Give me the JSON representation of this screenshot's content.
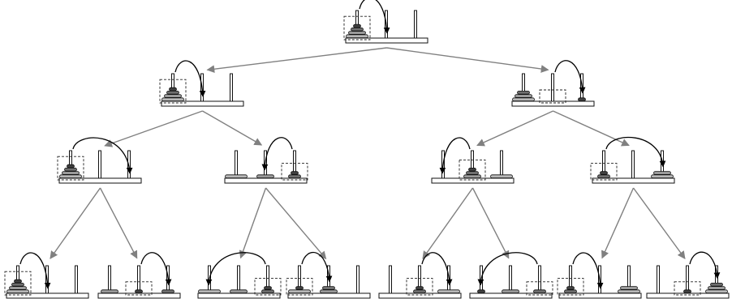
{
  "diagram": {
    "title": "",
    "colors": {
      "background": "#ffffff",
      "outline": "#111111",
      "tree_edge": "#808080",
      "move_arrow": "#000000",
      "disk_shades": [
        "#3f3f3f",
        "#6e6e6e",
        "#9a9a9a",
        "#b8b8b8"
      ]
    },
    "nodes": [
      {
        "id": "n0",
        "level": 0,
        "pegs": [
          [
            3,
            2,
            1,
            0
          ],
          [],
          []
        ],
        "selected_peg": 0,
        "move_to": 1
      },
      {
        "id": "n1",
        "level": 1,
        "pegs": [
          [
            3,
            2,
            1,
            0
          ],
          [],
          []
        ],
        "selected_peg": 0,
        "move_to": 1
      },
      {
        "id": "n2",
        "level": 1,
        "pegs": [
          [
            3,
            2,
            1
          ],
          [],
          [
            0
          ]
        ],
        "selected_peg": 1,
        "move_to": 2
      },
      {
        "id": "n3",
        "level": 2,
        "pegs": [
          [
            3,
            2,
            1,
            0
          ],
          [],
          []
        ],
        "selected_peg": 0,
        "move_to": 2
      },
      {
        "id": "n4",
        "level": 2,
        "pegs": [
          [
            3
          ],
          [
            2
          ],
          [
            1,
            0
          ]
        ],
        "selected_peg": 2,
        "move_to": 1
      },
      {
        "id": "n5",
        "level": 2,
        "pegs": [
          [],
          [
            2,
            1,
            0
          ],
          [
            3
          ]
        ],
        "selected_peg": 1,
        "move_to": 0
      },
      {
        "id": "n6",
        "level": 2,
        "pegs": [
          [
            1,
            0
          ],
          [],
          [
            3,
            2
          ]
        ],
        "selected_peg": 0,
        "move_to": 2
      },
      {
        "id": "n7",
        "level": 3,
        "pegs": [
          [
            3,
            2,
            1,
            0
          ],
          [],
          []
        ],
        "selected_peg": 0,
        "move_to": 1
      },
      {
        "id": "n8",
        "level": 3,
        "pegs": [
          [
            2
          ],
          [
            0
          ],
          [
            1
          ]
        ],
        "selected_peg": 1,
        "move_to": 2
      },
      {
        "id": "n9",
        "level": 3,
        "pegs": [
          [
            3
          ],
          [
            2
          ],
          [
            1,
            0
          ]
        ],
        "selected_peg": 2,
        "move_to": 0
      },
      {
        "id": "n10",
        "level": 3,
        "pegs": [
          [
            3,
            0
          ],
          [
            2,
            1
          ],
          []
        ],
        "selected_peg": 0,
        "move_to": 1
      },
      {
        "id": "n11",
        "level": 3,
        "pegs": [
          [],
          [
            1,
            0
          ],
          [
            3
          ]
        ],
        "selected_peg": 1,
        "move_to": 2
      },
      {
        "id": "n12",
        "level": 3,
        "pegs": [
          [
            0
          ],
          [
            2
          ],
          [
            1
          ]
        ],
        "selected_peg": 2,
        "move_to": 0
      },
      {
        "id": "n13",
        "level": 3,
        "pegs": [
          [
            1,
            0
          ],
          [],
          [
            3,
            2
          ]
        ],
        "selected_peg": 0,
        "move_to": 1
      },
      {
        "id": "n14",
        "level": 3,
        "pegs": [
          [],
          [
            0
          ],
          [
            3,
            2,
            1
          ]
        ],
        "selected_peg": 1,
        "move_to": 2
      }
    ],
    "edges": [
      [
        "n0",
        "n1"
      ],
      [
        "n0",
        "n2"
      ],
      [
        "n1",
        "n3"
      ],
      [
        "n1",
        "n4"
      ],
      [
        "n2",
        "n5"
      ],
      [
        "n2",
        "n6"
      ],
      [
        "n3",
        "n7"
      ],
      [
        "n3",
        "n8"
      ],
      [
        "n4",
        "n9"
      ],
      [
        "n4",
        "n10"
      ],
      [
        "n5",
        "n11"
      ],
      [
        "n5",
        "n12"
      ],
      [
        "n6",
        "n13"
      ],
      [
        "n6",
        "n14"
      ]
    ]
  }
}
